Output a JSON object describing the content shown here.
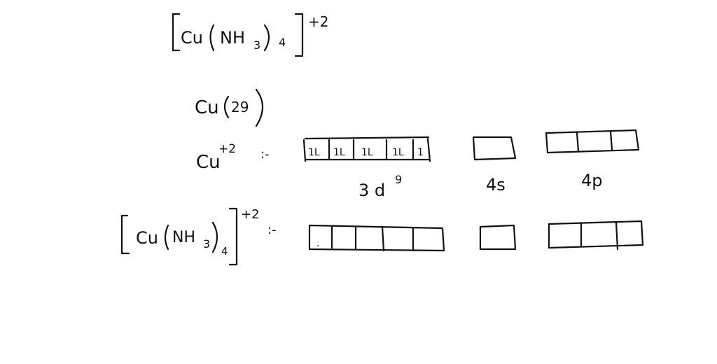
{
  "line1": {
    "element": "Cu",
    "ligand": "NH",
    "ligand_sub": "3",
    "count_sub": "4",
    "charge": "+2"
  },
  "line2": {
    "element": "Cu",
    "atomic_number": "29"
  },
  "line3": {
    "ion": "Cu",
    "charge": "+2",
    "separator": ":-",
    "d_orbitals": [
      "1L",
      "1L",
      "1L",
      "1L",
      "1"
    ],
    "d_label": "3 d",
    "d_superscript": "9",
    "s_label": "4s",
    "p_label": "4p"
  },
  "line4": {
    "element": "Cu",
    "ligand": "NH",
    "ligand_sub": "3",
    "count_sub": "4",
    "charge": "+2",
    "separator": ":-",
    "d_box_mark": "."
  }
}
